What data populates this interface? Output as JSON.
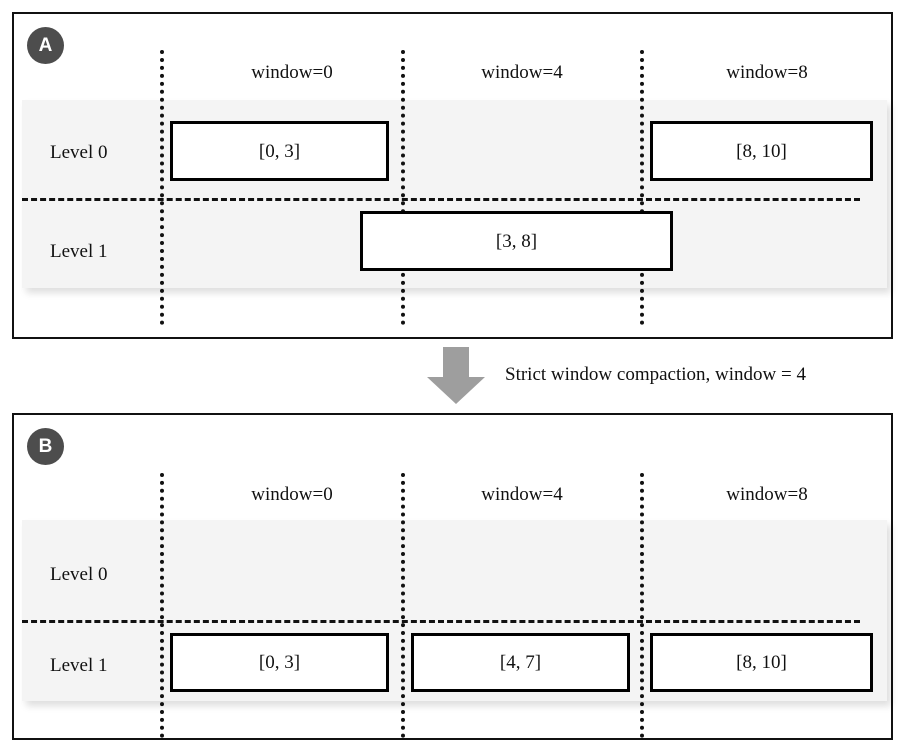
{
  "figure": {
    "kind": "two-panel-diagram",
    "transition": {
      "caption": "Strict window compaction, window = 4",
      "arrow_icon": "arrow-down-icon",
      "arrow_color": "#9e9e9e"
    }
  },
  "panels": [
    {
      "badge": "A",
      "window_labels": [
        "window=0",
        "window=4",
        "window=8"
      ],
      "rows": [
        {
          "label": "Level 0",
          "boxes": [
            {
              "text": "[0, 3]",
              "window": "window=0"
            },
            {
              "text": "[8, 10]",
              "window": "window=8"
            }
          ]
        },
        {
          "label": "Level 1",
          "boxes": [
            {
              "text": "[3, 8]",
              "window": "spans window=0 to window=8"
            }
          ]
        }
      ]
    },
    {
      "badge": "B",
      "window_labels": [
        "window=0",
        "window=4",
        "window=8"
      ],
      "rows": [
        {
          "label": "Level 0",
          "boxes": []
        },
        {
          "label": "Level 1",
          "boxes": [
            {
              "text": "[0, 3]",
              "window": "window=0"
            },
            {
              "text": "[4, 7]",
              "window": "window=4"
            },
            {
              "text": "[8, 10]",
              "window": "window=8"
            }
          ]
        }
      ]
    }
  ],
  "colors": {
    "badge_fill": "#4d4d4d",
    "badge_text": "#ffffff",
    "band_fill": "#f4f4f4",
    "frame_stroke": "#111111",
    "box_stroke": "#000000",
    "arrow_fill": "#9e9e9e"
  }
}
